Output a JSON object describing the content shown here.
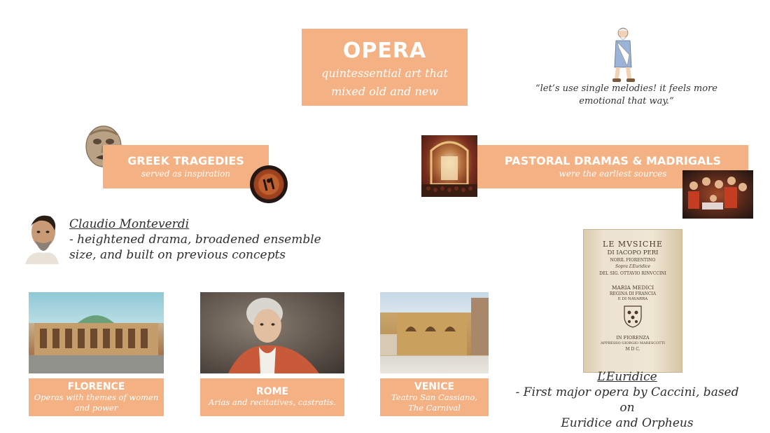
{
  "title": {
    "heading": "OPERA",
    "subtitle_line1": "quintessential art that",
    "subtitle_line2": "mixed old and new"
  },
  "quote": {
    "line1": "“let’s use single melodies! it feels more",
    "line2": "emotional that way.”"
  },
  "greek": {
    "heading": "GREEK TRAGEDIES",
    "subtitle": "served as inspiration"
  },
  "pastoral": {
    "heading": "PASTORAL DRAMAS & MADRIGALS",
    "subtitle": "were the earliest sources"
  },
  "monteverdi": {
    "name": "Claudio Monteverdi",
    "line1": "- heightened drama, broadened ensemble",
    "line2": "size, and built on previous concepts"
  },
  "cities": {
    "florence": {
      "heading": "FLORENCE",
      "line1": "Operas with themes of women",
      "line2": "and power"
    },
    "rome": {
      "heading": "ROME",
      "line1": "Arias and recitatives, castratis."
    },
    "venice": {
      "heading": "VENICE",
      "line1": "Teatro San Cassiano,",
      "line2": "The Carnival"
    }
  },
  "euridice": {
    "name": "L’Euridice",
    "line1": "- First major opera by Caccini, based on",
    "line2": "Euridice and Orpheus"
  },
  "book": {
    "l1": "LE MVSICHE",
    "l2": "DI IACOPO PERI",
    "l3": "NOBIL FIORENTINO",
    "l4": "Sopra L’Euridice",
    "l5": "DEL SIG. OTTAVIO RINVCCINI",
    "l6": "MARIA MEDICI",
    "l7": "REGINA DI FRANCIA",
    "l8": "E DI NAVARRA",
    "l9": "IN FIORENZA",
    "l10": "APPRESSO GIORGIO MARESCOTTI",
    "l11": "M D C."
  },
  "colors": {
    "accent_box": "#f4b183",
    "box_text": "#ffffff",
    "body_text": "#2b2b2b"
  }
}
